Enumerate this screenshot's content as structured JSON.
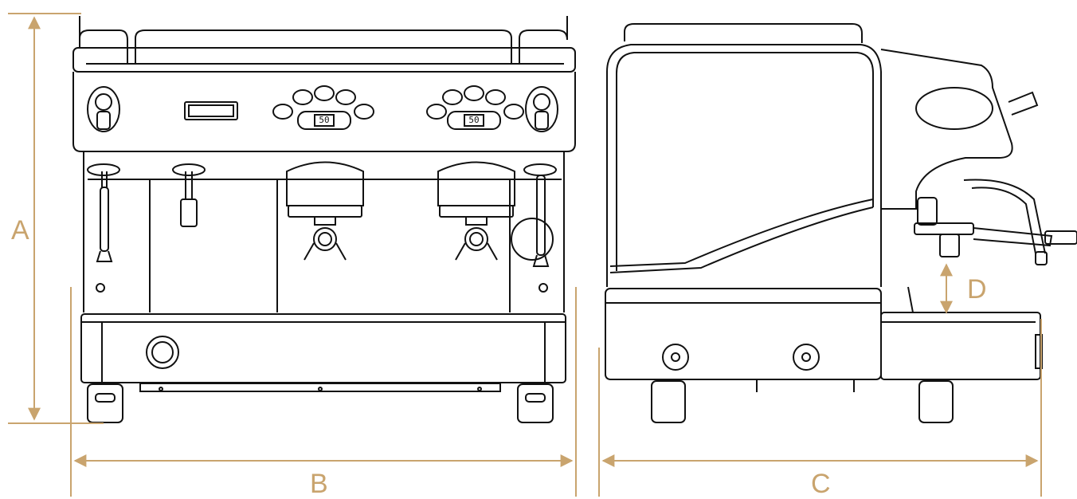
{
  "dimensions": {
    "height_label": "A",
    "width_label": "B",
    "depth_label": "C",
    "cup_clearance_label": "D"
  },
  "display_readout": "50",
  "colors": {
    "dimension": "#c9a46e",
    "line": "#111111",
    "background": "#ffffff"
  },
  "icons": [
    "espresso-machine-front-view",
    "espresso-machine-side-view",
    "dimension-arrow"
  ]
}
